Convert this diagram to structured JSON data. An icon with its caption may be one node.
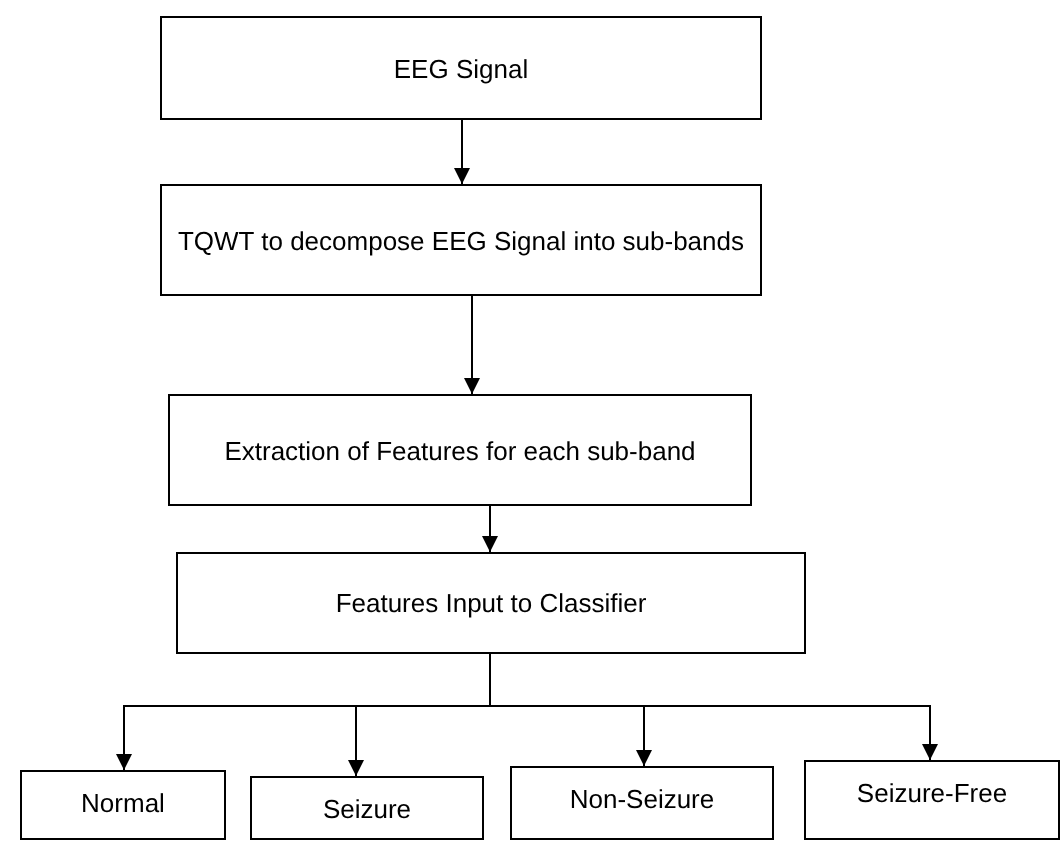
{
  "diagram": {
    "nodes": [
      {
        "text": [
          "EEG Signal"
        ]
      },
      {
        "text": [
          "TQWT to decompose EEG Signal into sub-bands"
        ]
      },
      {
        "text": [
          "Extraction of Features for each sub-band"
        ]
      },
      {
        "text": [
          "Features Input to Classifier"
        ]
      },
      {
        "text": [
          "Normal"
        ]
      },
      {
        "text": [
          "Seizure"
        ]
      },
      {
        "text": [
          "Non-Seizure"
        ]
      },
      {
        "text": [
          "Seizure-Free"
        ]
      }
    ],
    "edges": [
      {
        "from": 0,
        "to": 1,
        "arrow": "to"
      },
      {
        "from": 1,
        "to": 2,
        "arrow": "to"
      },
      {
        "from": 2,
        "to": 3,
        "arrow": "to"
      },
      {
        "from": 3,
        "to": 4,
        "arrow": "to"
      },
      {
        "from": 3,
        "to": 5,
        "arrow": "to"
      },
      {
        "from": 3,
        "to": 6,
        "arrow": "to"
      },
      {
        "from": 3,
        "to": 7,
        "arrow": "to"
      }
    ]
  }
}
